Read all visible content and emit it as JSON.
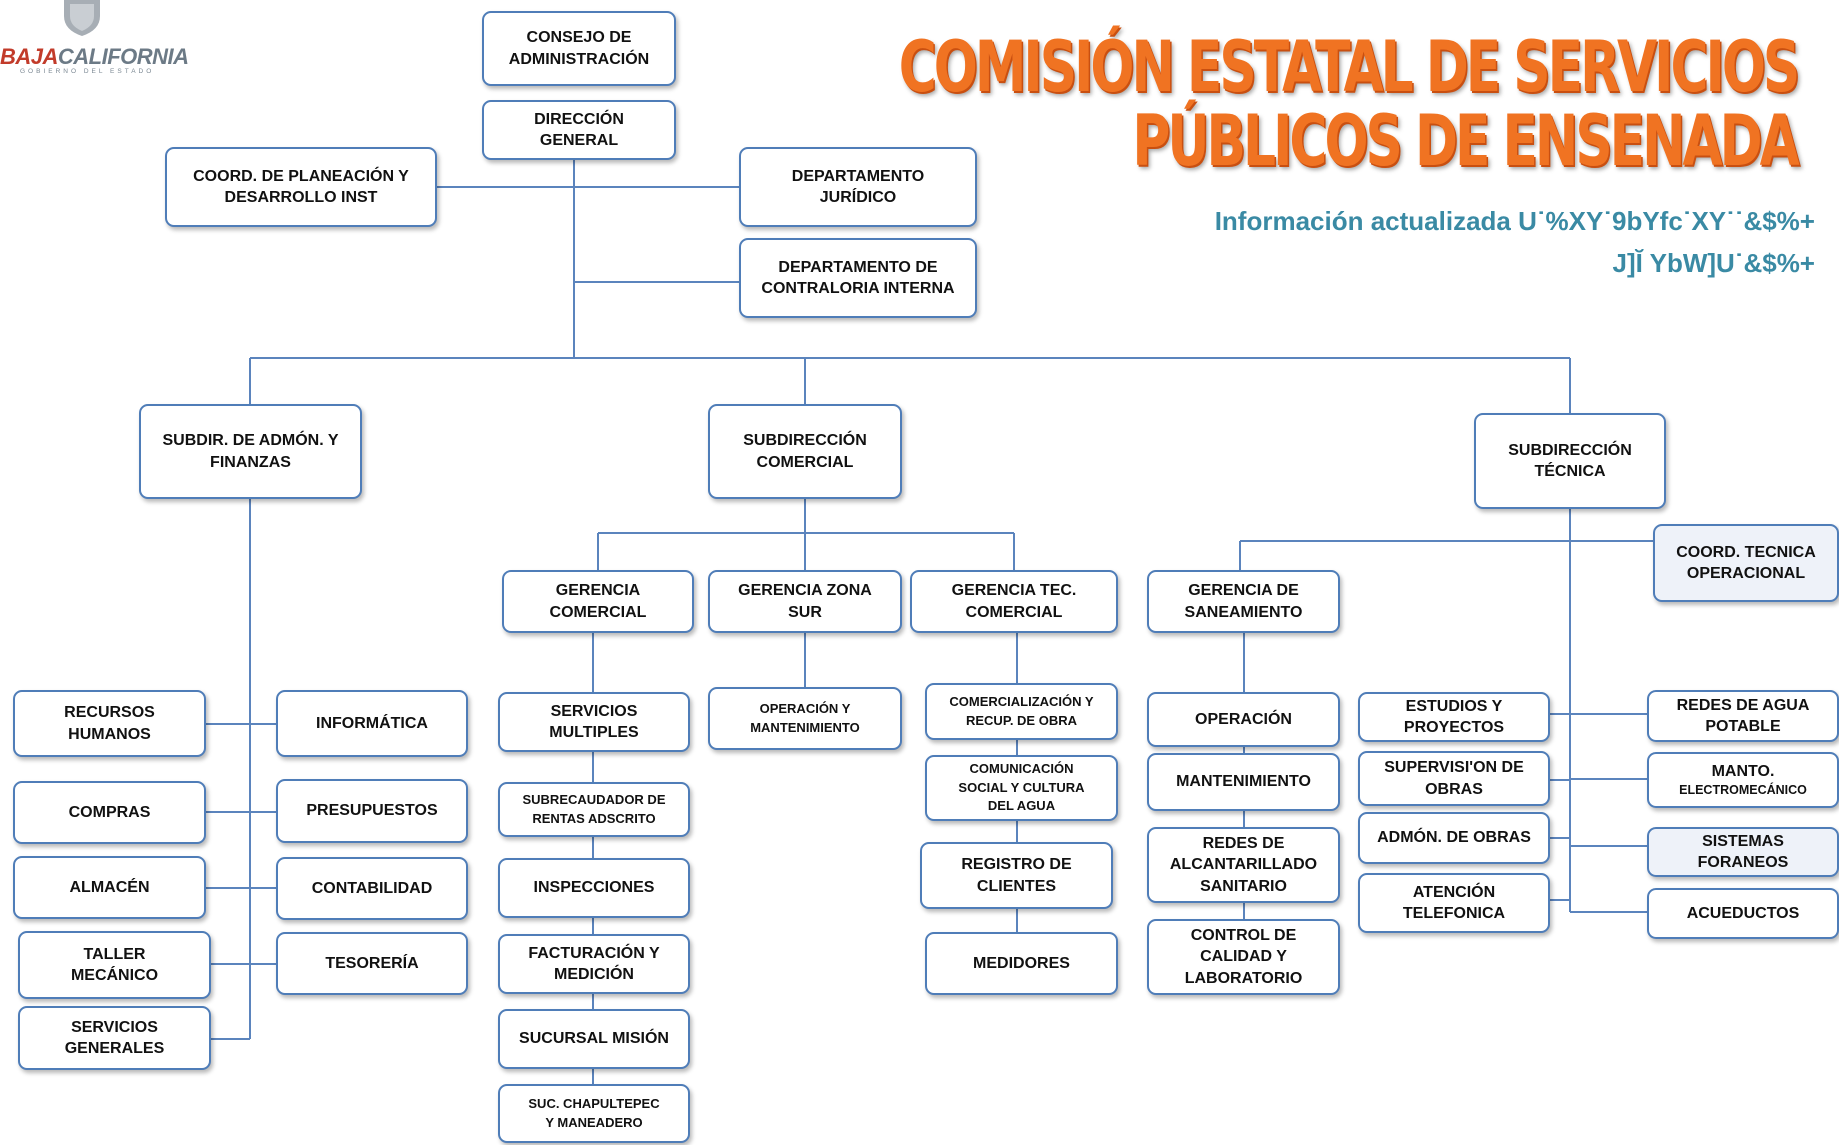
{
  "header": {
    "title_line1": "COMISIÓN ESTATAL DE SERVICIOS",
    "title_line2": "PÚBLICOS DE ENSENADA",
    "update_line1": "Información actualizada U˙%XY˙9bYfc˙XY˙˙&$%+",
    "update_line2": "J]Ĭ YbW]U˙&$%+",
    "logo_text_a": "BAJA",
    "logo_text_b": "CALIFORNIA",
    "logo_subtext": "GOBIERNO DEL ESTADO"
  },
  "colors": {
    "box_border": "#4f7db8",
    "connector": "#5b84bd",
    "title": "#f07322",
    "update_text": "#3a8aa4"
  },
  "org": {
    "consejo": "CONSEJO DE\nADMINISTRACIÓN",
    "direccion": "DIRECCIÓN\nGENERAL",
    "coord_planeacion": "COORD. DE PLANEACIÓN Y\nDESARROLLO INST",
    "depto_juridico": "DEPARTAMENTO\nJURÍDICO",
    "depto_contraloria": "DEPARTAMENTO DE\nCONTRALORIA INTERNA",
    "subdir_admon": "SUBDIR. DE ADMÓN. Y\nFINANZAS",
    "subdir_comercial": "SUBDIRECCIÓN\nCOMERCIAL",
    "subdir_tecnica": "SUBDIRECCIÓN\nTÉCNICA",
    "recursos_humanos": "RECURSOS\nHUMANOS",
    "informatica": "INFORMÁTICA",
    "compras": "COMPRAS",
    "presupuestos": "PRESUPUESTOS",
    "almacen": "ALMACÉN",
    "contabilidad": "CONTABILIDAD",
    "taller_mecanico": "TALLER\nMECÁNICO",
    "tesoreria": "TESORERÍA",
    "servicios_generales": "SERVICIOS\nGENERALES",
    "gerencia_comercial": "GERENCIA\nCOMERCIAL",
    "gerencia_zona_sur": "GERENCIA ZONA\nSUR",
    "gerencia_tec_comercial": "GERENCIA TEC.\nCOMERCIAL",
    "servicios_multiples": "SERVICIOS\nMULTIPLES",
    "subrecaudador": "SUBRECAUDADOR DE\nRENTAS ADSCRITO",
    "inspecciones": "INSPECCIONES",
    "facturacion": "FACTURACIÓN Y\nMEDICIÓN",
    "sucursal_mision": "SUCURSAL MISIÓN",
    "suc_chapultepec": "SUC. CHAPULTEPEC\nY MANEADERO",
    "operacion_mantenimiento": "OPERACIÓN Y\nMANTENIMIENTO",
    "comercializacion": "COMERCIALIZACIÓN Y\nRECUP. DE OBRA",
    "comunicacion_social": "COMUNICACIÓN\nSOCIAL Y CULTURA\nDEL AGUA",
    "registro_clientes": "REGISTRO DE\nCLIENTES",
    "medidores": "MEDIDORES",
    "gerencia_saneamiento": "GERENCIA DE\nSANEAMIENTO",
    "operacion": "OPERACIÓN",
    "mantenimiento": "MANTENIMIENTO",
    "redes_alcantarillado": "REDES DE\nALCANTARILLADO\nSANITARIO",
    "control_calidad": "CONTROL DE\nCALIDAD Y\nLABORATORIO",
    "coord_tecnica": "COORD. TECNICA\nOPERACIONAL",
    "estudios_proyectos": "ESTUDIOS Y\nPROYECTOS",
    "supervision_obras": "SUPERVISI'ON DE\nOBRAS",
    "admon_obras": "ADMÓN. DE OBRAS",
    "atencion_telefonica": "ATENCIÓN\nTELEFONICA",
    "redes_agua_potable": "REDES  DE AGUA\nPOTABLE",
    "manto_label": "MANTO.",
    "manto_sub": "ELECTROMECÁNICO",
    "sistemas_foraneos": "SISTEMAS\nFORANEOS",
    "acueductos": "ACUEDUCTOS"
  }
}
